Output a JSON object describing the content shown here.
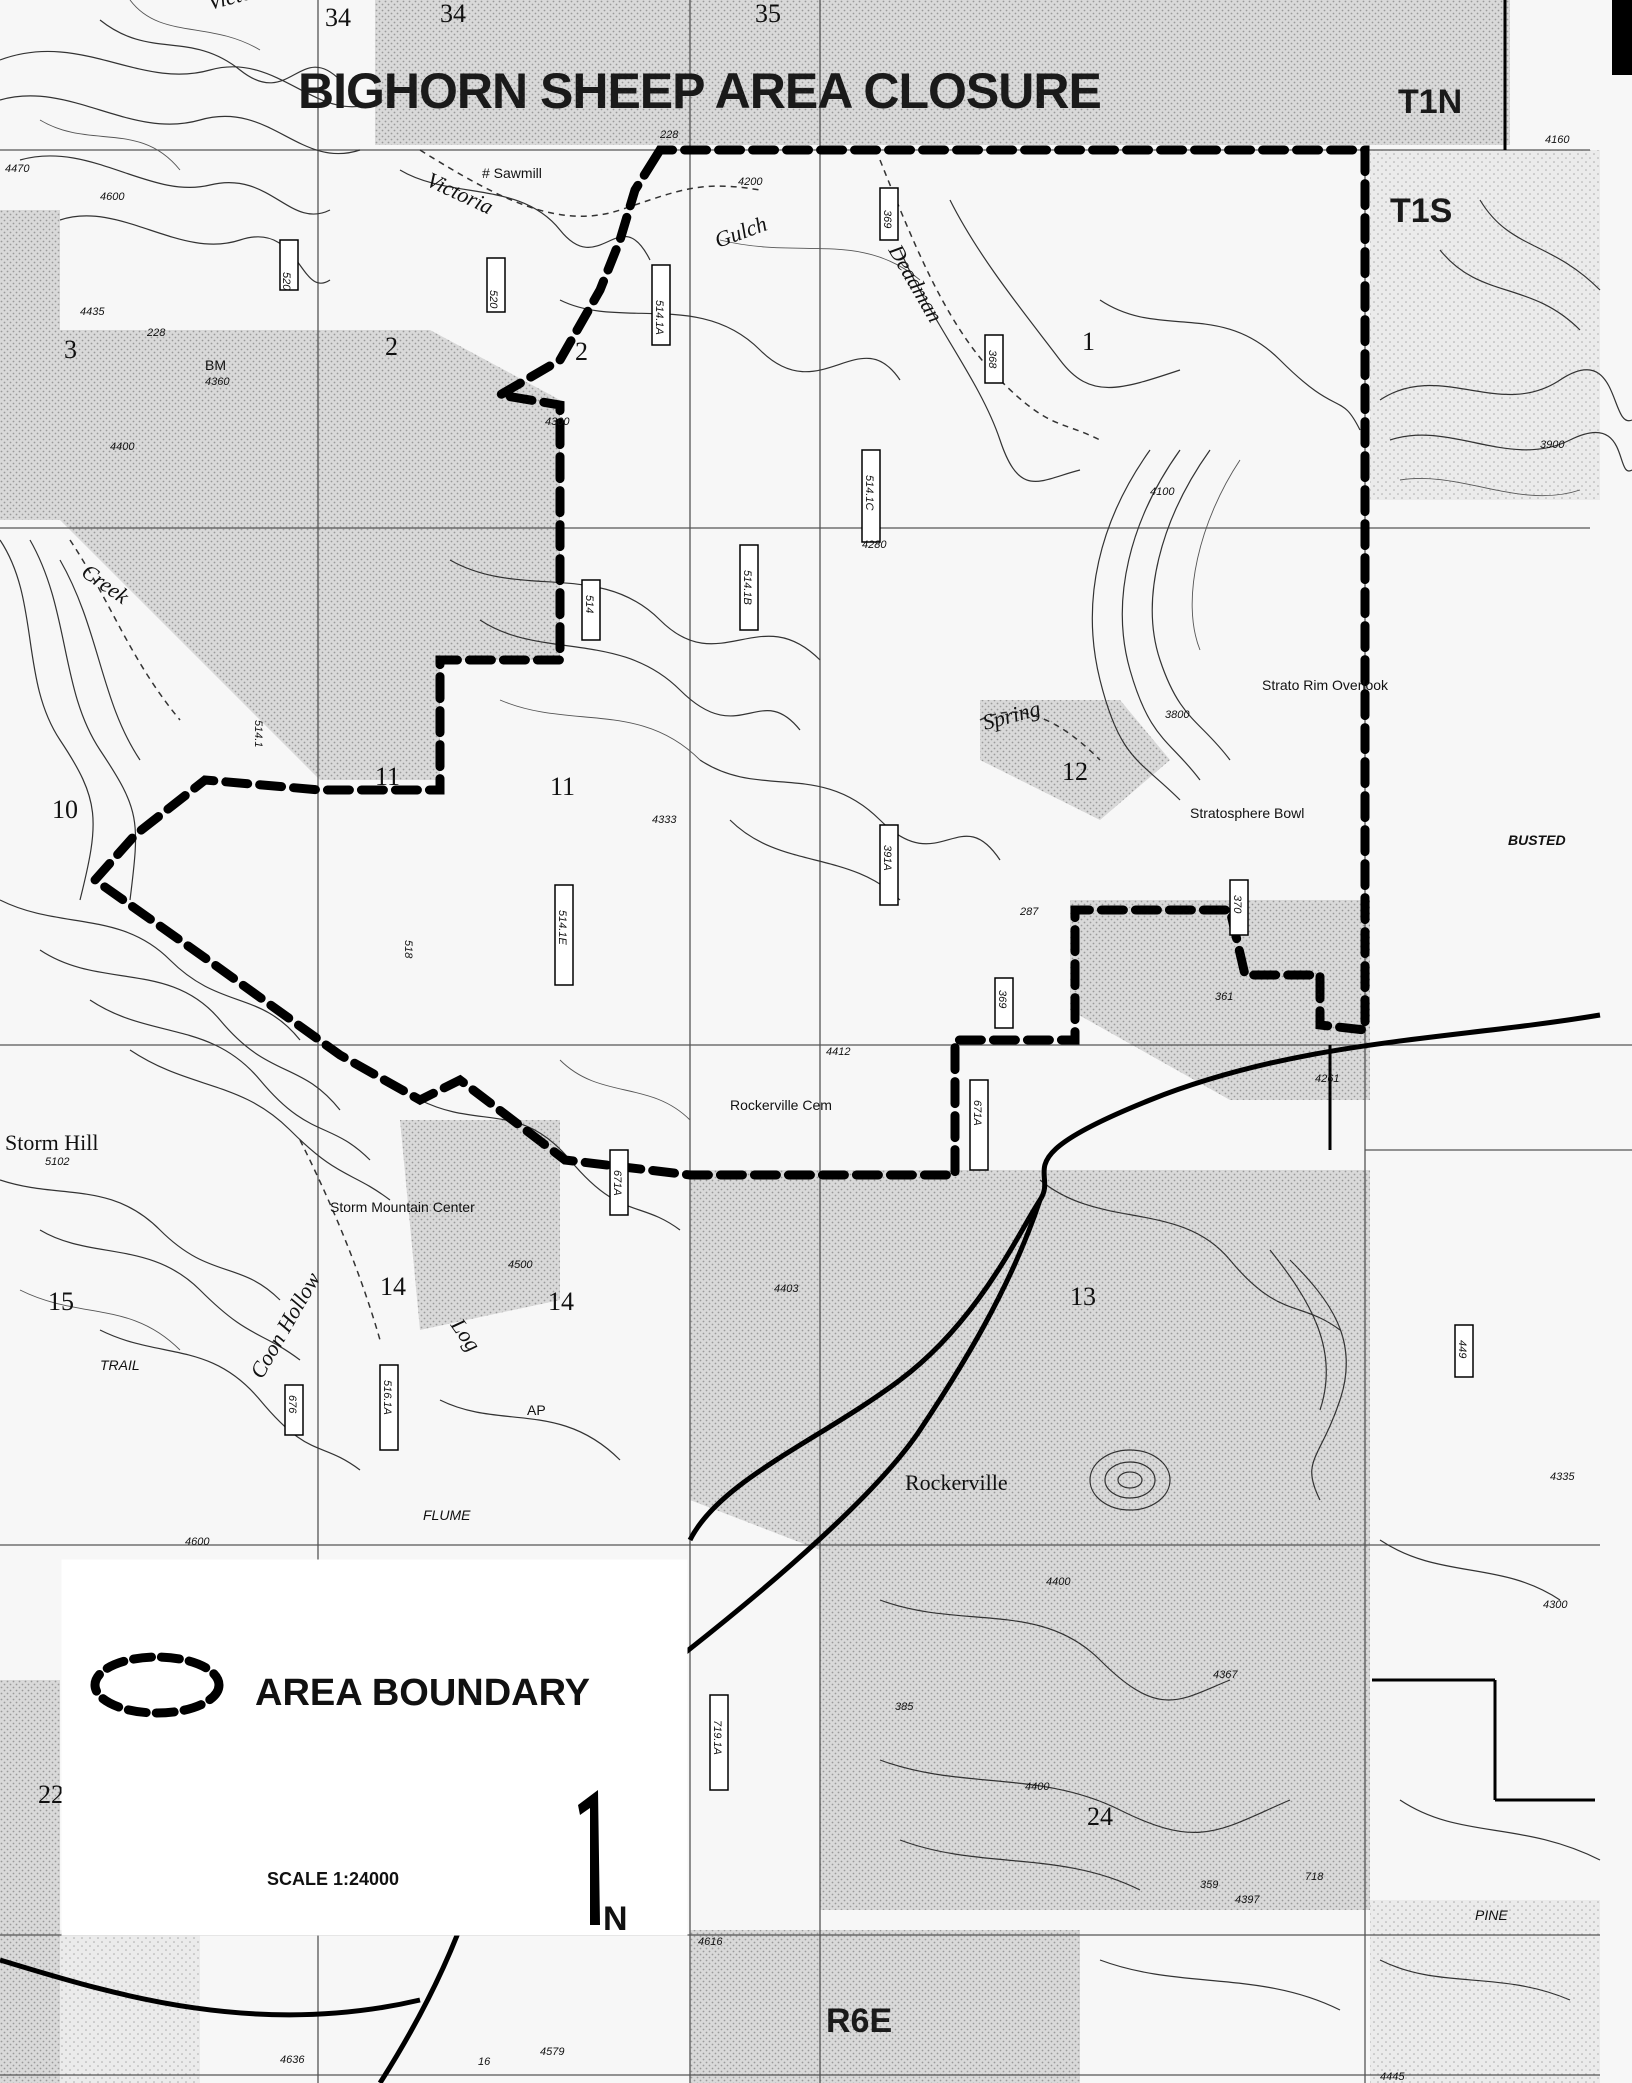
{
  "map": {
    "title": "BIGHORN SHEEP AREA CLOSURE",
    "township_labels": [
      "T1N",
      "T1S"
    ],
    "range_label": "R6E",
    "section_numbers": [
      "34",
      "34",
      "35",
      "3",
      "2",
      "2",
      "1",
      "10",
      "11",
      "11",
      "12",
      "15",
      "14",
      "14",
      "13",
      "22",
      "24"
    ],
    "place_names": {
      "sawmill": "# Sawmill",
      "rockerville_cem": "Rockerville Cem",
      "rockerville": "Rockerville",
      "storm_hill": "Storm Hill",
      "storm_mountain_center": "Storm Mountain Center",
      "strato_rim_overlook": "Strato Rim Overlook",
      "stratosphere_bowl": "Stratosphere Bowl",
      "flume": "FLUME",
      "busted": "BUSTED",
      "pine": "PINE",
      "bm": "BM",
      "ap": "AP",
      "trail": "TRAIL"
    },
    "water_names": [
      "Victoria",
      "Victoria",
      "Gulch",
      "Deadman",
      "Spring",
      "Creek",
      "Coon Hollow",
      "Log"
    ],
    "elevations": [
      "4470",
      "4435",
      "4360",
      "4600",
      "4400",
      "4300",
      "4200",
      "4100",
      "3900",
      "3800",
      "4280",
      "4333",
      "4412",
      "4403",
      "4400",
      "4335",
      "4300",
      "4367",
      "4397",
      "4400",
      "4579",
      "4636",
      "4616",
      "4445",
      "4160",
      "4261",
      "5102",
      "4500",
      "4600"
    ],
    "road_numbers": [
      "228",
      "228",
      "520",
      "520",
      "514.1A",
      "369",
      "368",
      "514.1C",
      "514.1B",
      "514",
      "514.1",
      "514.1E",
      "518",
      "391A",
      "370",
      "369",
      "671A",
      "676",
      "516.1A",
      "361",
      "671A",
      "719.1A",
      "449",
      "718",
      "16",
      "385",
      "287",
      "359"
    ],
    "legend": {
      "boundary_label": "AREA BOUNDARY",
      "scale_label": "SCALE 1:24000",
      "north_arrow": "1",
      "north_letter": "N"
    }
  }
}
